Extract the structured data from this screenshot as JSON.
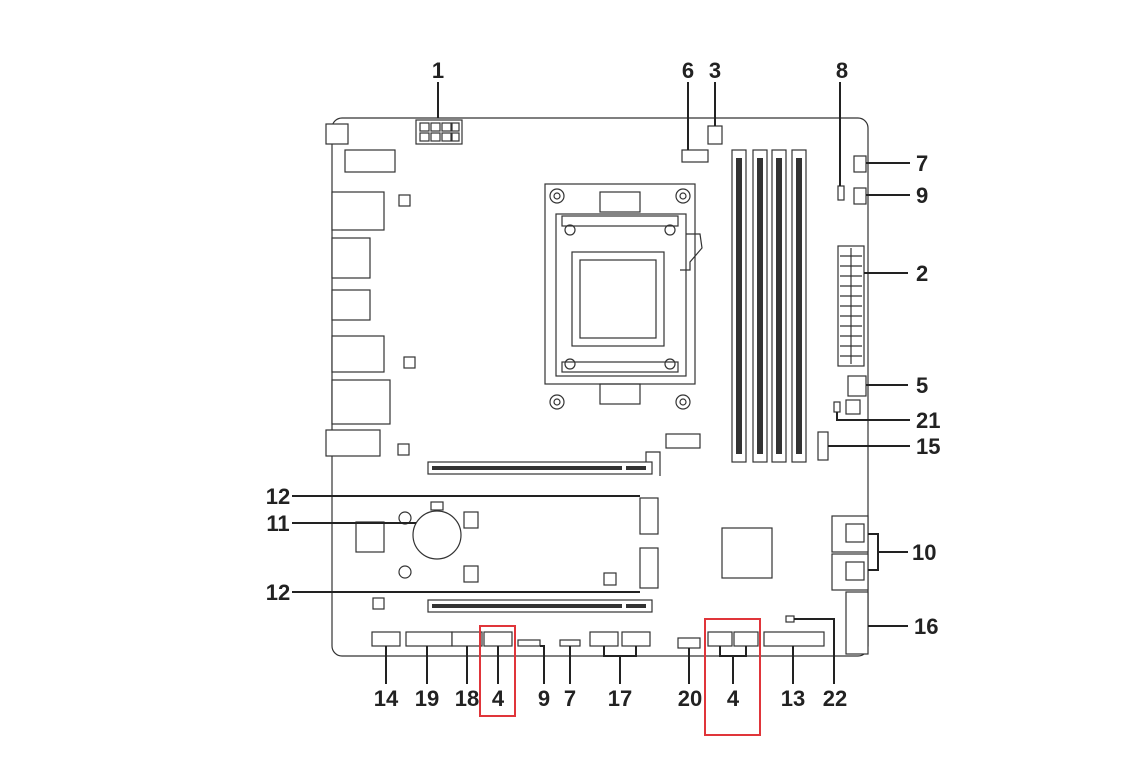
{
  "labels": {
    "l1": "1",
    "l2": "2",
    "l3": "3",
    "l5": "5",
    "l6": "6",
    "l7_top": "7",
    "l7_bottom": "7",
    "l8": "8",
    "l9_top": "9",
    "l9_bottom": "9",
    "l10": "10",
    "l11": "11",
    "l12_top": "12",
    "l12_bottom": "12",
    "l13": "13",
    "l14": "14",
    "l15": "15",
    "l16": "16",
    "l17": "17",
    "l18": "18",
    "l19": "19",
    "l20": "20",
    "l21": "21",
    "l22": "22",
    "l4_left": "4",
    "l4_right": "4"
  },
  "colors": {
    "highlight": "#e0353a",
    "line": "#222222",
    "background": "#ffffff"
  }
}
